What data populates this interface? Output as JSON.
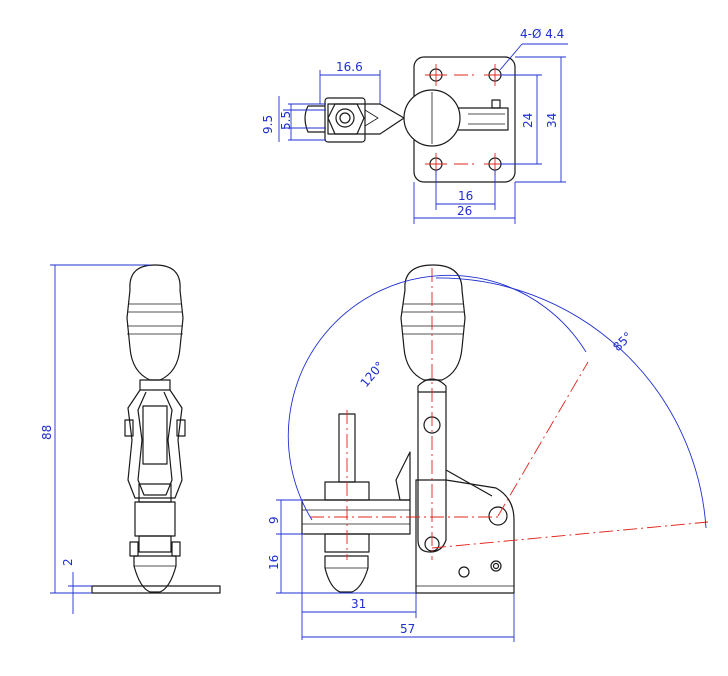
{
  "colors": {
    "outline": "#1a1a1a",
    "dimension": "#1f2fd0",
    "centerline": "#e0241b",
    "background": "#ffffff"
  },
  "dimensions": {
    "holes": "4-Ø 4.4",
    "arm_width": "16.6",
    "height_9_5": "9.5",
    "height_5_5": "5.5",
    "hole_spacing_v": "24",
    "base_height": "34",
    "hole_spacing_h": "16",
    "base_width": "26",
    "total_height": "88",
    "base_thickness": "2",
    "angle_open": "120°",
    "angle_handle": "85°",
    "spindle_height": "9",
    "spindle_offset": "16",
    "spindle_reach": "31",
    "total_length": "57"
  }
}
